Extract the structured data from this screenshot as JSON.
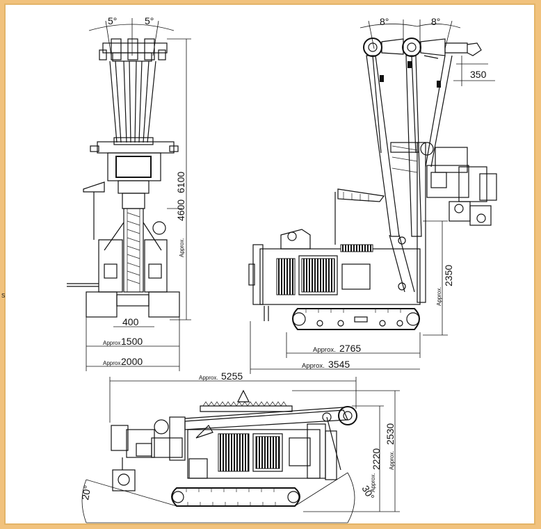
{
  "colors": {
    "frame_background": "#f1c27d",
    "drawing_background": "#ffffff",
    "line": "#111111"
  },
  "front_view": {
    "angle_left": "5°",
    "angle_right": "5°",
    "height_total": "6100",
    "height_mast": "4600",
    "height_mast_prefix": "Approx.",
    "offset": "400",
    "track_gauge_prefix": "Approx",
    "track_gauge": "1500",
    "overall_width_prefix": "Approx",
    "overall_width": "2000"
  },
  "side_view": {
    "angle_left": "8°",
    "angle_right": "8°",
    "head_offset": "350",
    "head_height_prefix": "Approx.",
    "head_height": "2350",
    "track_length_prefix": "Approx.",
    "track_length": "2765",
    "overall_length_prefix": "Approx.",
    "overall_length": "3545"
  },
  "transport_view": {
    "length_prefix": "Approx.",
    "length": "5255",
    "height_inner_prefix": "Approx.",
    "height_inner": "2220",
    "height_outer_prefix": "Approx.",
    "height_outer": "2530",
    "angle_left": "20°",
    "angle_right": "30°"
  },
  "margin_fragment": "S"
}
